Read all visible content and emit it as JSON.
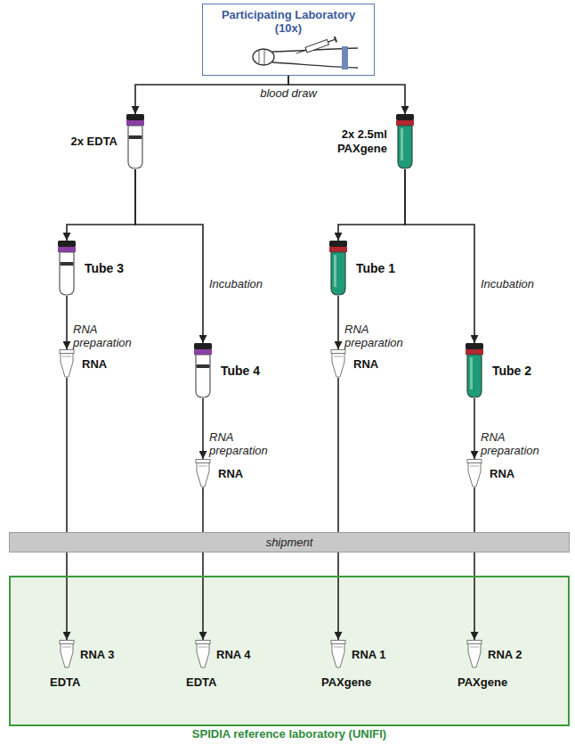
{
  "diagram": {
    "nodes": [
      {
        "text": [
          "Participating Laboratory (10x)"
        ]
      },
      {
        "text": [
          "2x EDTA"
        ]
      },
      {
        "text": [
          "2x 2.5ml PAXgene"
        ]
      },
      {
        "text": [
          "Tube 3"
        ]
      },
      {
        "text": [
          "RNA"
        ]
      },
      {
        "text": [
          "Tube 4"
        ]
      },
      {
        "text": [
          "RNA"
        ]
      },
      {
        "text": [
          "Tube 1"
        ]
      },
      {
        "text": [
          "RNA"
        ]
      },
      {
        "text": [
          "Tube 2"
        ]
      },
      {
        "text": [
          "RNA"
        ]
      },
      {
        "text": [
          "shipment"
        ]
      },
      {
        "text": [
          "SPIDIA reference laboratory (UNIFI)"
        ]
      },
      {
        "text": [
          "RNA 3",
          "EDTA"
        ],
        "in": 12
      },
      {
        "text": [
          "RNA 4",
          "EDTA"
        ],
        "in": 12
      },
      {
        "text": [
          "RNA 1",
          "PAXgene"
        ],
        "in": 12
      },
      {
        "text": [
          "RNA 2",
          "PAXgene"
        ],
        "in": 12
      }
    ],
    "edges": [
      {
        "from": 0,
        "to": 1,
        "arrow": "to"
      },
      {
        "from": 0,
        "to": 2,
        "arrow": "to"
      },
      {
        "from": 1,
        "to": 3,
        "arrow": "to"
      },
      {
        "from": 1,
        "to": 5,
        "arrow": "to",
        "label": "Incubation"
      },
      {
        "from": 3,
        "to": 4,
        "arrow": "to",
        "label": "RNA preparation"
      },
      {
        "from": 5,
        "to": 6,
        "arrow": "to",
        "label": "RNA preparation"
      },
      {
        "from": 2,
        "to": 7,
        "arrow": "to"
      },
      {
        "from": 2,
        "to": 9,
        "arrow": "to",
        "label": "Incubation"
      },
      {
        "from": 7,
        "to": 8,
        "arrow": "to",
        "label": "RNA preparation"
      },
      {
        "from": 9,
        "to": 10,
        "arrow": "to",
        "label": "RNA preparation"
      },
      {
        "from": 4,
        "to": 13,
        "arrow": "to"
      },
      {
        "from": 6,
        "to": 14,
        "arrow": "to"
      },
      {
        "from": 8,
        "to": 15,
        "arrow": "to"
      },
      {
        "from": 10,
        "to": 16,
        "arrow": "to"
      }
    ],
    "labels": [
      "blood draw"
    ]
  }
}
